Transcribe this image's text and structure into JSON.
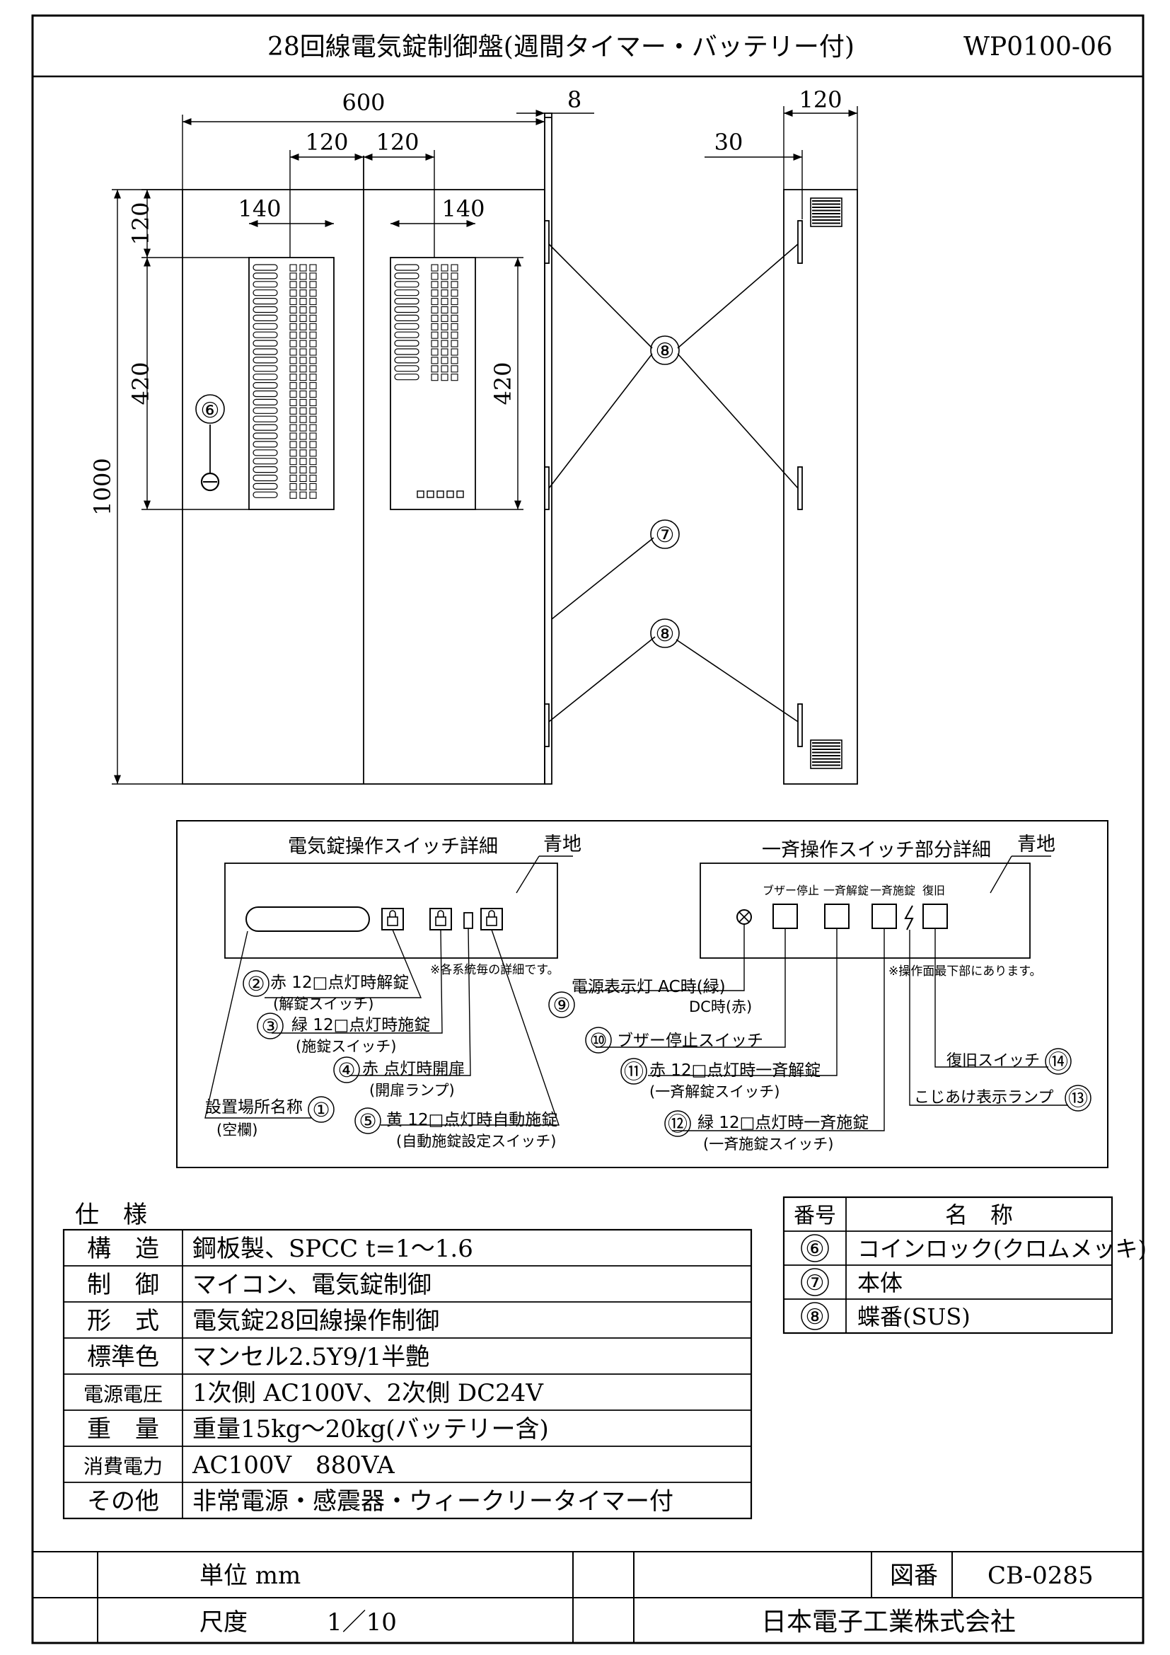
{
  "title": {
    "name": "28回線電気錠制御盤(週間タイマー・バッテリー付)",
    "code": "WP0100-06"
  },
  "dimensions": {
    "width": "600",
    "door_thickness": "8",
    "depth": "120",
    "hinge_offset": "30",
    "panel_left_w": "120",
    "panel_right_w": "120",
    "panel_box_left": "140",
    "panel_box_right": "140",
    "top_offset": "120",
    "panel_h_left": "420",
    "panel_h_right": "420",
    "height": "1000"
  },
  "callouts": {
    "c6": "⑥",
    "c7": "⑦",
    "c8a": "⑧",
    "c8b": "⑧"
  },
  "detail": {
    "left_title": "電気錠操作スイッチ詳細",
    "left_bg": "青地",
    "right_title": "一斉操作スイッチ部分詳細",
    "right_bg": "青地",
    "note_left": "※各系統毎の詳細です。",
    "note_right": "※操作面最下部にあります。",
    "top_labels": [
      "ブザー停止",
      "一斉解錠",
      "一斉施錠",
      "復旧"
    ],
    "items": {
      "i1": {
        "num": "①",
        "text": "設置場所名称",
        "sub": "(空欄)"
      },
      "i2": {
        "num": "②",
        "text": "赤 12□点灯時解錠",
        "sub": "(解錠スイッチ)"
      },
      "i3": {
        "num": "③",
        "text": "緑 12□点灯時施錠",
        "sub": "(施錠スイッチ)"
      },
      "i4": {
        "num": "④",
        "text": "赤 点灯時開扉",
        "sub": "(開扉ランプ)"
      },
      "i5": {
        "num": "⑤",
        "text": "黄 12□点灯時自動施錠",
        "sub": "(自動施錠設定スイッチ)"
      },
      "i9": {
        "num": "⑨",
        "text": "電源表示灯 AC時(緑)",
        "sub": "DC時(赤)"
      },
      "i10": {
        "num": "⑩",
        "text": "ブザー停止スイッチ"
      },
      "i11": {
        "num": "⑪",
        "text": "赤 12□点灯時一斉解錠",
        "sub": "(一斉解錠スイッチ)"
      },
      "i12": {
        "num": "⑫",
        "text": "緑 12□点灯時一斉施錠",
        "sub": "(一斉施錠スイッチ)"
      },
      "i13": {
        "num": "⑬",
        "text": "こじあけ表示ランプ"
      },
      "i14": {
        "num": "⑭",
        "text": "復旧スイッチ"
      }
    }
  },
  "spec": {
    "heading": "仕　様",
    "rows": [
      {
        "label": "構　造",
        "value": "鋼板製、SPCC t=1～1.6"
      },
      {
        "label": "制　御",
        "value": "マイコン、電気錠制御"
      },
      {
        "label": "形　式",
        "value": "電気錠28回線操作制御"
      },
      {
        "label": "標準色",
        "value": "マンセル2.5Y9/1半艶"
      },
      {
        "label": "電源電圧",
        "value": "1次側 AC100V、2次側 DC24V"
      },
      {
        "label": "重　量",
        "value": "重量15kg～20kg(バッテリー含)"
      },
      {
        "label": "消費電力",
        "value": "AC100V　880VA"
      },
      {
        "label": "その他",
        "value": "非常電源・感震器・ウィークリータイマー付"
      }
    ]
  },
  "parts": {
    "head_no": "番号",
    "head_name": "名　称",
    "rows": [
      {
        "no": "⑥",
        "name": "コインロック(クロムメッキ)"
      },
      {
        "no": "⑦",
        "name": "本体"
      },
      {
        "no": "⑧",
        "name": "蝶番(SUS)"
      }
    ]
  },
  "footer": {
    "unit": "単位 mm",
    "scale_label": "尺度",
    "scale": "1／10",
    "drawing_no_label": "図番",
    "drawing_no": "CB-0285",
    "company": "日本電子工業株式会社"
  }
}
